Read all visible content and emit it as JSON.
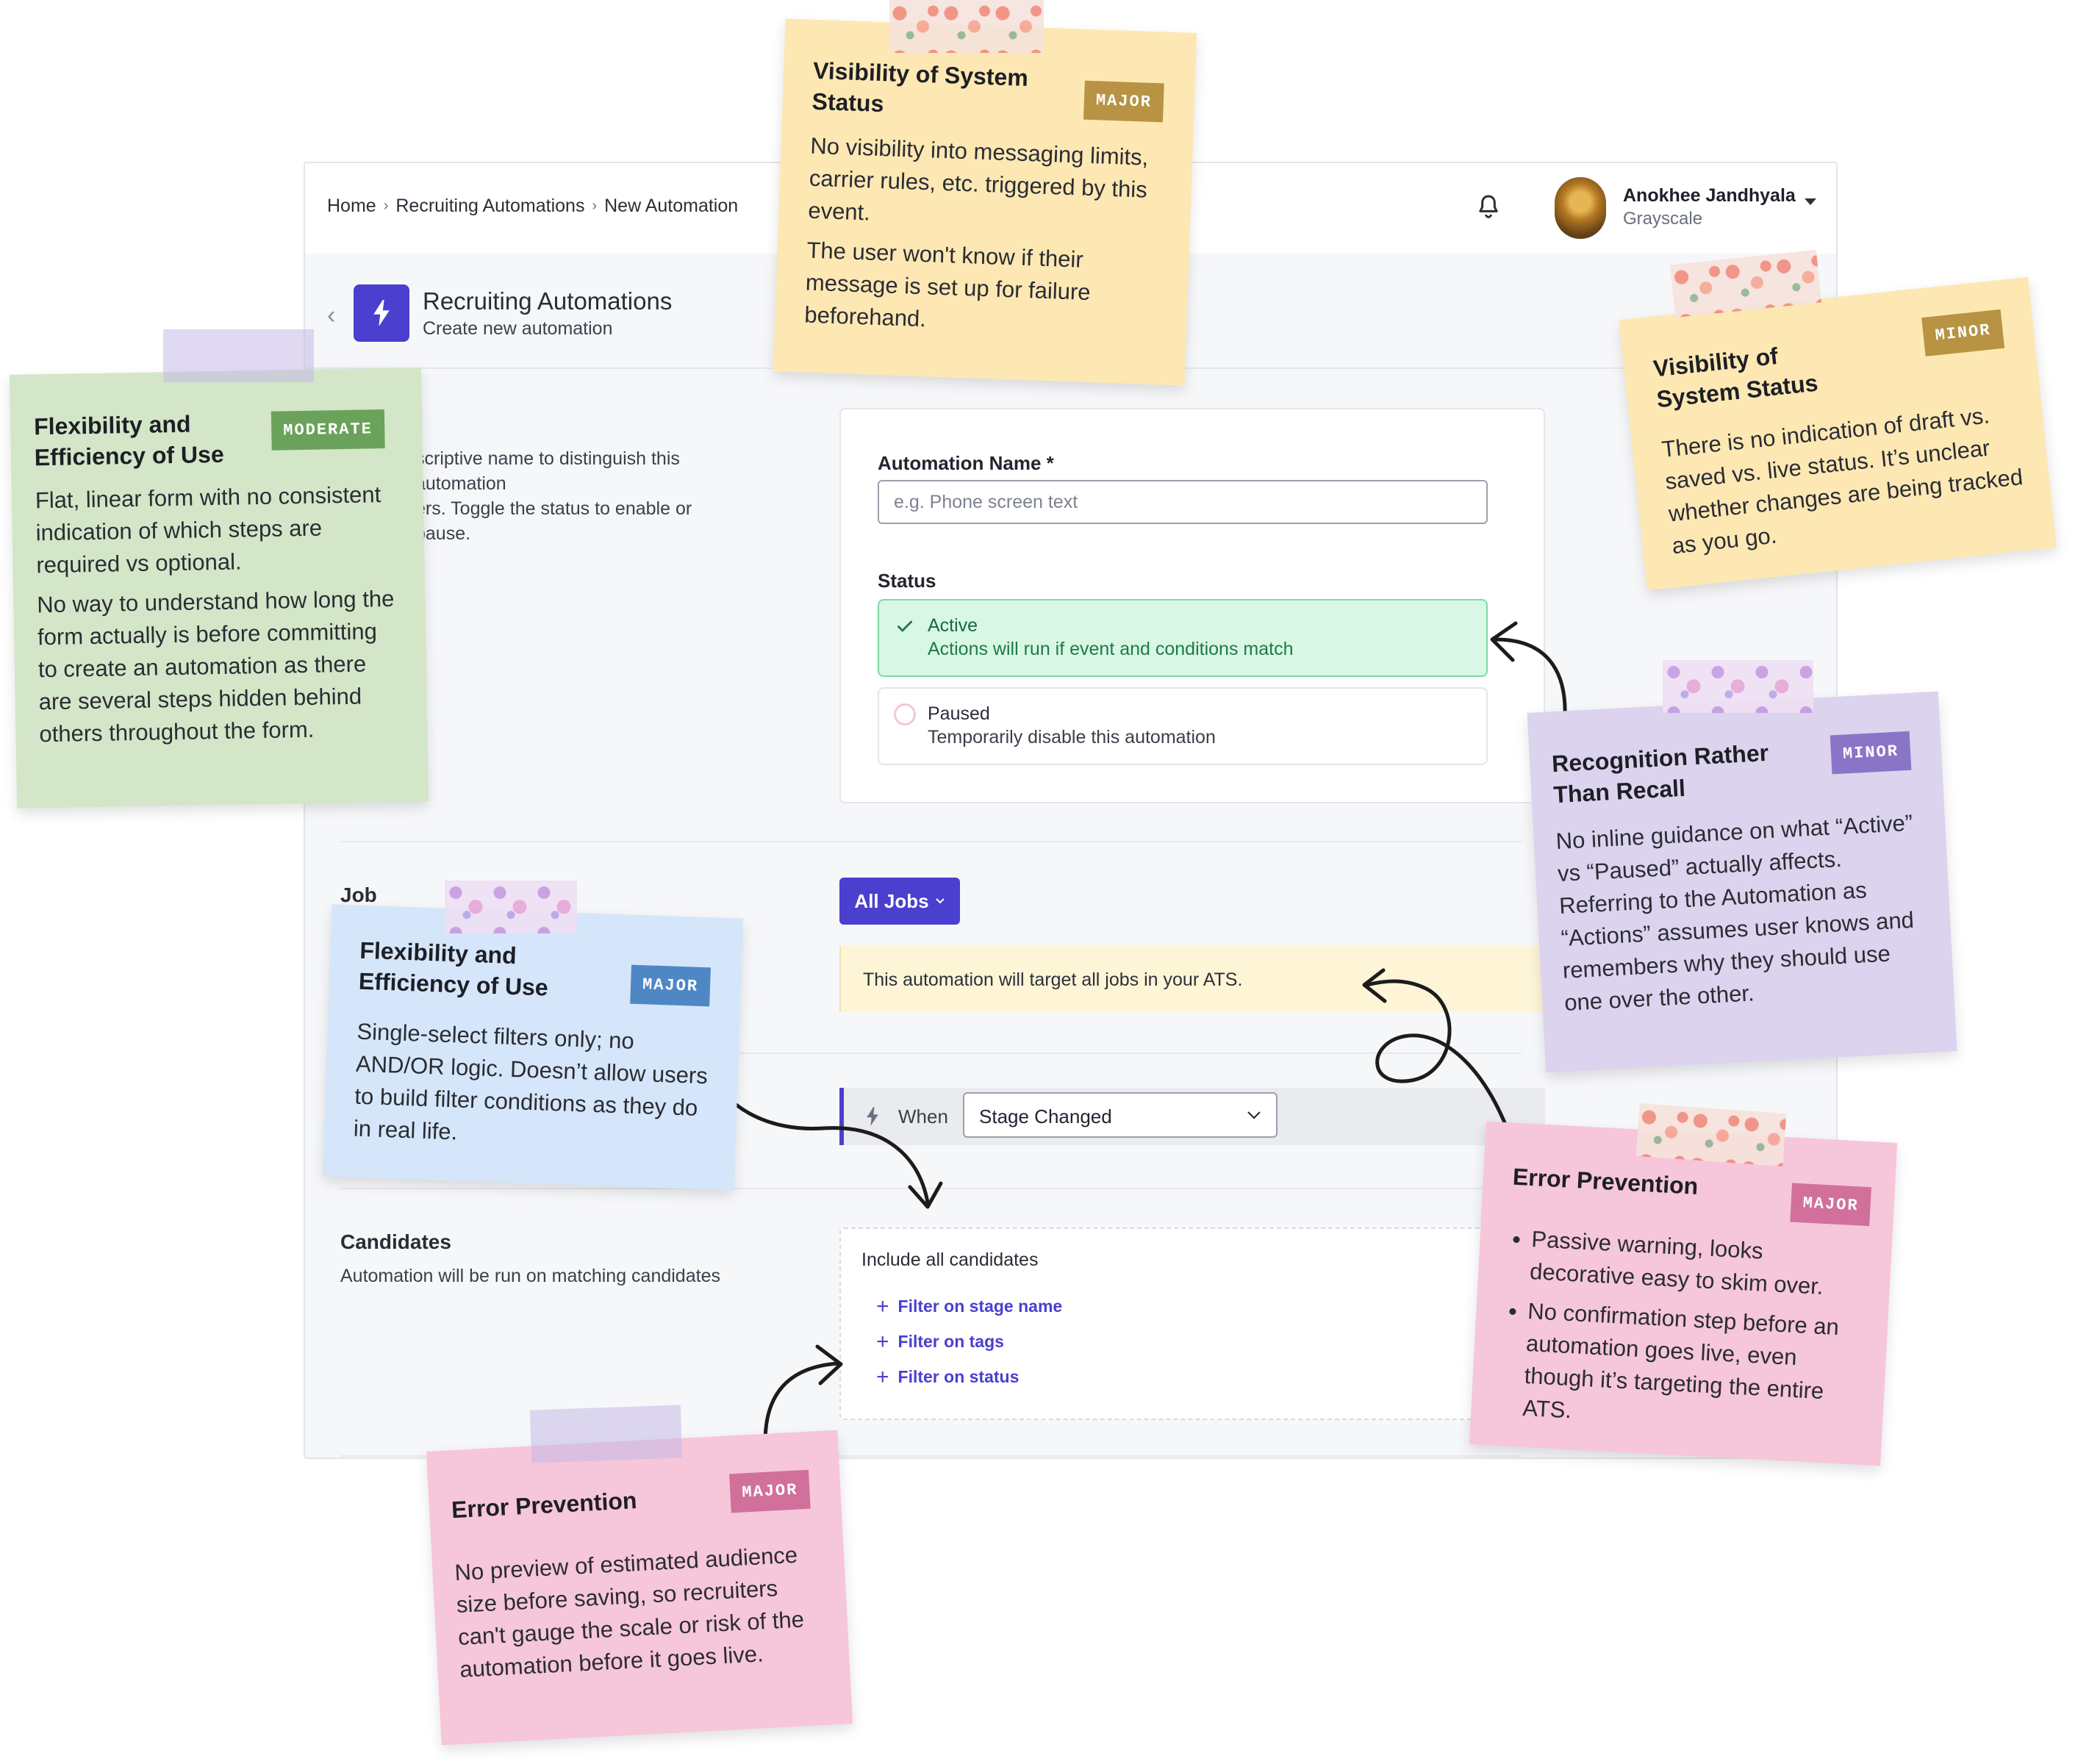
{
  "breadcrumb": {
    "items": [
      "Home",
      "Recruiting Automations",
      "New Automation"
    ],
    "separator": "›"
  },
  "user": {
    "name": "Anokhee Jandhyala",
    "org": "Grayscale"
  },
  "subheader": {
    "title": "Recruiting Automations",
    "caption": "Create new automation"
  },
  "form": {
    "description_lines": [
      "scriptive name to distinguish this automation",
      "ers. Toggle the status to enable or pause."
    ],
    "name_label": "Automation Name *",
    "name_placeholder": "e.g. Phone screen text",
    "status_label": "Status",
    "status_options": [
      {
        "title": "Active",
        "desc": "Actions will run if event and conditions match",
        "selected": true
      },
      {
        "title": "Paused",
        "desc": "Temporarily disable this automation",
        "selected": false
      }
    ]
  },
  "job": {
    "label": "Job",
    "button": "All Jobs",
    "banner": "This automation will target all jobs in your ATS."
  },
  "when": {
    "label": "When",
    "selected": "Stage Changed"
  },
  "candidates": {
    "label": "Candidates",
    "desc": "Automation will be run on matching candidates",
    "box_title": "Include all candidates",
    "filters": [
      "Filter on stage name",
      "Filter on tags",
      "Filter on status"
    ]
  },
  "notes": {
    "visibility_major": {
      "title_lines": [
        "Visibility of System",
        "Status"
      ],
      "badge": "MAJOR",
      "paragraphs": [
        "No visibility into messaging limits, carrier rules, etc. triggered by this event.",
        "The user won't know if their message is set up for failure beforehand."
      ]
    },
    "visibility_minor": {
      "title_lines": [
        "Visibility of",
        "System Status"
      ],
      "badge": "MINOR",
      "paragraphs": [
        "There is no indication of draft vs. saved vs. live status. It’s unclear whether changes are being tracked as you go."
      ]
    },
    "flexibility_moderate": {
      "title_lines": [
        "Flexibility and",
        "Efficiency of Use"
      ],
      "badge": "MODERATE",
      "paragraphs": [
        "Flat, linear form with no consistent indication of which steps are required vs optional.",
        "No way to understand how long the form actually is before committing to create an automation as there are several steps hidden behind others throughout the form."
      ]
    },
    "recognition_minor": {
      "title_lines": [
        "Recognition Rather",
        "Than Recall"
      ],
      "badge": "MINOR",
      "paragraphs": [
        "No inline guidance on what “Active” vs “Paused” actually affects. Referring to the Automation as “Actions” assumes user knows and remembers why they should use one over the other."
      ]
    },
    "flexibility_major": {
      "title_lines": [
        "Flexibility and",
        "Efficiency of Use"
      ],
      "badge": "MAJOR",
      "paragraphs": [
        "Single-select filters only; no AND/OR logic. Doesn’t allow users to build filter conditions as they do in real life."
      ]
    },
    "error_prevention_right": {
      "title_lines": [
        "Error Prevention"
      ],
      "badge": "MAJOR",
      "bullets": [
        "Passive warning, looks decorative easy to skim over.",
        "No confirmation step before an automation goes live, even though it’s targeting the entire ATS."
      ]
    },
    "error_prevention_bottom": {
      "title_lines": [
        "Error Prevention"
      ],
      "badge": "MAJOR",
      "paragraphs": [
        "No preview of estimated audience size before saving, so recruiters can't gauge the scale or risk of the automation before it goes live."
      ]
    }
  },
  "colors": {
    "accent": "#4b3fcf",
    "note_yellow": "#fde8b4",
    "note_green": "#d3e6c8",
    "note_lavender": "#dcd3ee",
    "note_blue": "#d5e6fa",
    "note_pink": "#f6c6da",
    "badge_major_gold": "#b79343",
    "badge_minor_gold": "#b79343",
    "badge_moderate": "#6aa25b",
    "badge_minor_purple": "#8a74c8",
    "badge_major_blue": "#4f87c4",
    "badge_major_pink": "#d1709a"
  }
}
